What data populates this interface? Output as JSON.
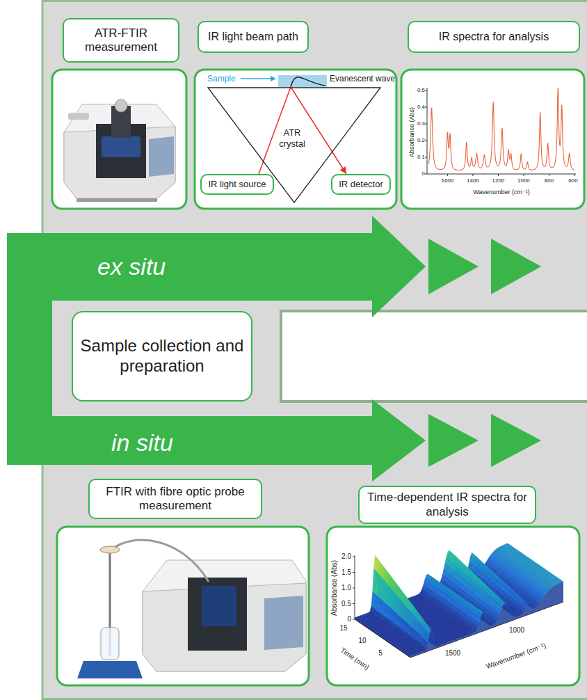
{
  "diagram": {
    "nodes": [
      {
        "text": [
          "ATR-FTIR measurement"
        ]
      },
      {
        "text": [
          "IR light beam path"
        ]
      },
      {
        "text": [
          "IR spectra for analysis"
        ]
      },
      {
        "text": [
          "ATR crystal"
        ]
      },
      {
        "text": [
          "IR light source"
        ]
      },
      {
        "text": [
          "IR detector"
        ]
      },
      {
        "text": [
          "Sample collection and preparation"
        ]
      },
      {
        "text": [
          "FTIR with fibre optic probe measurement"
        ]
      },
      {
        "text": [
          "Time-dependent IR spectra for analysis"
        ]
      }
    ],
    "edges": [
      {
        "from": 4,
        "to": 5,
        "arrow": "to"
      }
    ],
    "labels": [
      "ex situ",
      "in situ",
      "Sample",
      "Evanescent wave",
      "0.5",
      "0.4",
      "0.3",
      "0.2",
      "0.1",
      "0",
      "1600",
      "1400",
      "1200",
      "1000",
      "800",
      "600",
      "Absorbance (Abs)",
      "Wavenumber (cm⁻¹)",
      "2.0",
      "1.5",
      "1.0",
      "0.5",
      "0",
      "15",
      "10",
      "5",
      "1500",
      "1000",
      "Absorbance (Abs)",
      "Time (min)",
      "Wavenumber (cm⁻¹)"
    ]
  }
}
